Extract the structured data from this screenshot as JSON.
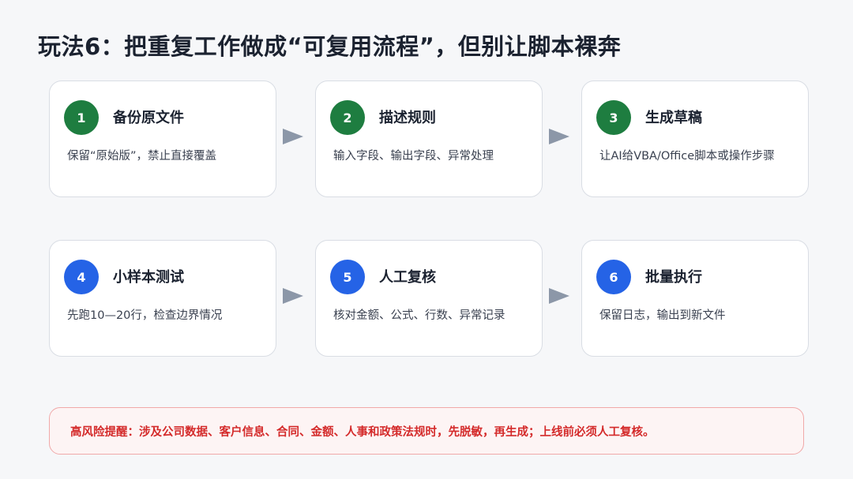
{
  "page": {
    "title": "玩法6：把重复工作做成“可复用流程”，但别让脚本裸奔"
  },
  "colors": {
    "green_badge": "#1e7d40",
    "blue_badge": "#2563e6",
    "arrow": "#8c97a8",
    "warning_text": "#d42a2a",
    "warning_border": "#f0a9a9"
  },
  "steps": [
    {
      "number": "1",
      "title": "备份原文件",
      "desc": "保留“原始版”，禁止直接覆盖"
    },
    {
      "number": "2",
      "title": "描述规则",
      "desc": "输入字段、输出字段、异常处理"
    },
    {
      "number": "3",
      "title": "生成草稿",
      "desc": "让AI给VBA/Office脚本或操作步骤"
    },
    {
      "number": "4",
      "title": "小样本测试",
      "desc": "先跑10—20行，检查边界情况"
    },
    {
      "number": "5",
      "title": "人工复核",
      "desc": "核对金额、公式、行数、异常记录"
    },
    {
      "number": "6",
      "title": "批量执行",
      "desc": "保留日志，输出到新文件"
    }
  ],
  "warning": {
    "text": "高风险提醒：涉及公司数据、客户信息、合同、金额、人事和政策法规时，先脱敏，再生成；上线前必须人工复核。"
  }
}
